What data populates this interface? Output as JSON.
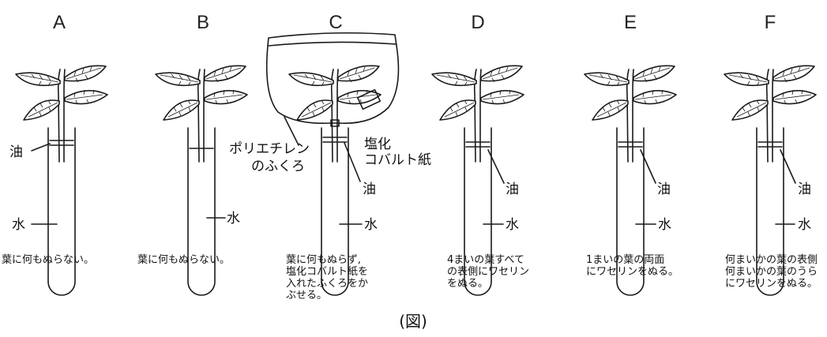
{
  "setups": [
    {
      "id": "A",
      "labels": [
        "油",
        "水"
      ],
      "caption": [
        "葉に何もぬらない。"
      ]
    },
    {
      "id": "B",
      "labels": [
        "水"
      ],
      "caption": [
        "葉に何もぬらない。"
      ]
    },
    {
      "id": "C",
      "labels": [
        "油",
        "水",
        "ポリエチレン",
        "のふくろ",
        "塩化",
        "コバルト紙"
      ],
      "caption": [
        "葉に何もぬらず,",
        "塩化コバルト紙を",
        "入れたふくろをか",
        "ぶせる。"
      ]
    },
    {
      "id": "D",
      "labels": [
        "油",
        "水"
      ],
      "caption": [
        "4まいの葉すべて",
        "の表側にワセリン",
        "をぬる。"
      ]
    },
    {
      "id": "E",
      "labels": [
        "油",
        "水"
      ],
      "caption": [
        "1まいの葉の両面",
        "にワセリンをぬる。"
      ]
    },
    {
      "id": "F",
      "labels": [
        "油",
        "水"
      ],
      "caption": [
        "何まいかの葉の表側",
        "何まいかの葉のうら",
        "にワセリンをぬる。"
      ]
    }
  ],
  "figure_caption": "(図)"
}
